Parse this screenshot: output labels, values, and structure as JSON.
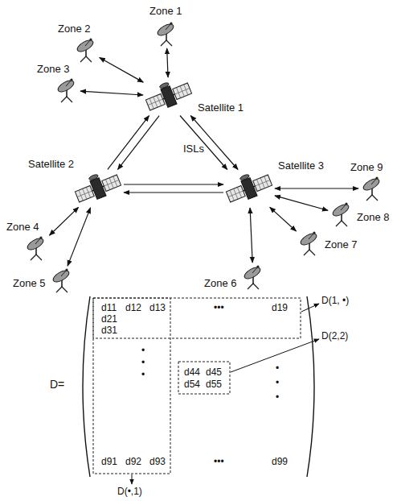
{
  "diagram": {
    "nodes": [
      {
        "text": [
          "Zone 1"
        ]
      },
      {
        "text": [
          "Zone 2"
        ]
      },
      {
        "text": [
          "Zone 3"
        ]
      },
      {
        "text": [
          "Satellite 1"
        ]
      },
      {
        "text": [
          "Satellite 2"
        ]
      },
      {
        "text": [
          "Satellite 3"
        ]
      },
      {
        "text": [
          "Zone 4"
        ]
      },
      {
        "text": [
          "Zone 5"
        ]
      },
      {
        "text": [
          "Zone 6"
        ]
      },
      {
        "text": [
          "Zone 7"
        ]
      },
      {
        "text": [
          "Zone 8"
        ]
      },
      {
        "text": [
          "Zone 9"
        ]
      }
    ],
    "edges": [
      {
        "from": 0,
        "to": 3,
        "arrow": "both"
      },
      {
        "from": 1,
        "to": 3,
        "arrow": "both"
      },
      {
        "from": 2,
        "to": 3,
        "arrow": "both"
      },
      {
        "from": 3,
        "to": 4,
        "arrow": "to"
      },
      {
        "from": 4,
        "to": 3,
        "arrow": "to"
      },
      {
        "from": 3,
        "to": 5,
        "arrow": "both"
      },
      {
        "from": 3,
        "to": 5,
        "arrow": "to"
      },
      {
        "from": 4,
        "to": 5,
        "arrow": "to"
      },
      {
        "from": 5,
        "to": 4,
        "arrow": "to"
      },
      {
        "from": 6,
        "to": 4,
        "arrow": "both"
      },
      {
        "from": 7,
        "to": 4,
        "arrow": "both"
      },
      {
        "from": 8,
        "to": 5,
        "arrow": "both"
      },
      {
        "from": 9,
        "to": 5,
        "arrow": "both"
      },
      {
        "from": 10,
        "to": 5,
        "arrow": "both"
      },
      {
        "from": 11,
        "to": 5,
        "arrow": "both"
      }
    ],
    "labels": [
      "ISLs",
      "D=",
      "d11",
      "d12",
      "d13",
      "•••",
      "d19",
      "d21",
      "d31",
      "•",
      "•",
      "•",
      "d44",
      "d45",
      "d54",
      "d55",
      "•",
      "•",
      "•",
      "d91",
      "d92",
      "d93",
      "•••",
      "d99",
      "D(1, •)",
      "D(2,2)",
      "D(•,1)"
    ]
  }
}
